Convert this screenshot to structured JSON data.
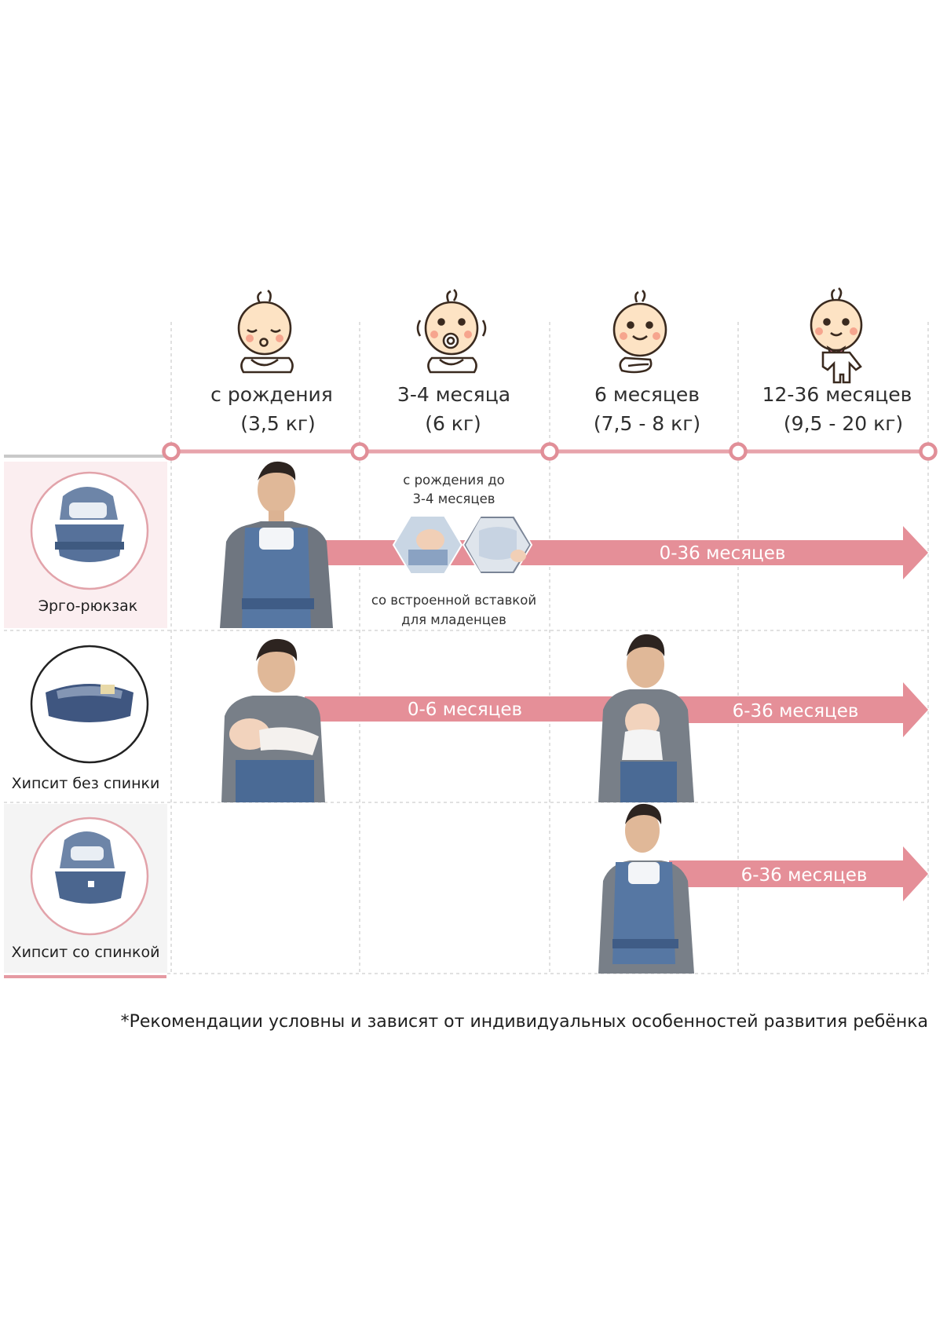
{
  "stages": [
    {
      "title": "с рождения",
      "weight": "(3,5 кг)",
      "icon": "newborn-sleeping-baby-icon"
    },
    {
      "title": "3-4 месяца",
      "weight": "(6 кг)",
      "icon": "baby-with-pacifier-icon"
    },
    {
      "title": "6 месяцев",
      "weight": "(7,5 - 8 кг)",
      "icon": "sitting-baby-icon"
    },
    {
      "title": "12-36 месяцев",
      "weight": "(9,5 - 20 кг)",
      "icon": "toddler-in-romper-icon"
    }
  ],
  "rows": [
    {
      "label": "Эрго-рюкзак",
      "product_icon": "ergo-backpack-carrier-icon"
    },
    {
      "label": "Хипсит без спинки",
      "product_icon": "hipseat-without-back-icon"
    },
    {
      "label": "Хипсит со спинкой",
      "product_icon": "hipseat-with-back-icon"
    }
  ],
  "arrows": {
    "ergo": "0-36 месяцев",
    "hipseat_no_back_first": "0-6 месяцев",
    "hipseat_no_back_second": "6-36 месяцев",
    "hipseat_with_back": "6-36 месяцев"
  },
  "insert": {
    "top_line1": "с рождения до",
    "top_line2": "3-4 месяцев",
    "bottom_line1": "со встроенной вставкой",
    "bottom_line2": "для младенцев"
  },
  "footnote": "*Рекомендации условны и зависят от индивидуальных особенностей развития ребёнка",
  "colors": {
    "accent_pink": "#e4939b",
    "timeline_pink": "#e7a3ab",
    "arrow_pink": "#e58f98",
    "row_highlight": "#fbeef0",
    "denim_blue": "#4a6a95",
    "grid_gray": "#cfcfcf"
  }
}
